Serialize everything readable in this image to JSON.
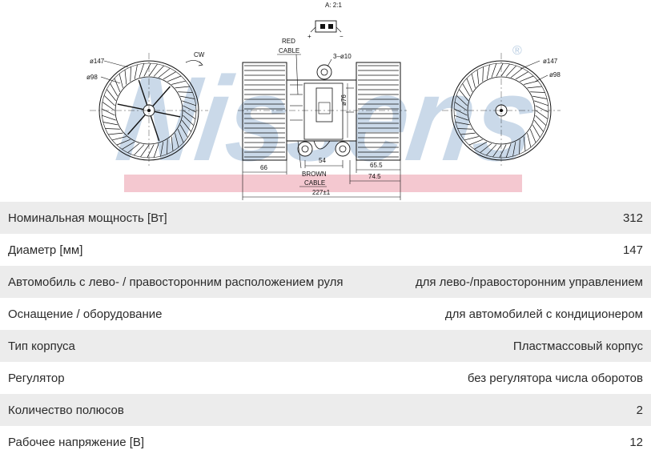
{
  "watermark": {
    "brand": "Nissens",
    "color": "#b9cde2"
  },
  "drawing": {
    "left_fan": {
      "diameter_outer": "ø147",
      "diameter_inner": "ø98",
      "rotation": "CW"
    },
    "right_fan": {
      "diameter_outer": "ø147",
      "diameter_inner": "ø98"
    },
    "connector": {
      "label": "A: 2:1",
      "plus": "+",
      "minus": "−"
    },
    "red_cable": [
      "RED",
      "CABLE"
    ],
    "brown_cable": [
      "BROWN",
      "CABLE"
    ],
    "mount_holes": "3–ø10",
    "dims": {
      "d76": "ø76",
      "d54": "54",
      "d66": "66",
      "d65_5": "65.5",
      "d74_5": "74.5",
      "total": "227±1"
    },
    "band_color": "#f4c8d0"
  },
  "specs": [
    {
      "label": "Номинальная мощность [Вт]",
      "value": "312"
    },
    {
      "label": "Диаметр [мм]",
      "value": "147"
    },
    {
      "label": "Автомобиль с лево- / правосторонним расположением руля",
      "value": "для лево-/правосторонним управлением"
    },
    {
      "label": "Оснащение / оборудование",
      "value": "для автомобилей с кондиционером"
    },
    {
      "label": "Тип корпуса",
      "value": "Пластмассовый корпус"
    },
    {
      "label": "Регулятор",
      "value": "без регулятора числа оборотов"
    },
    {
      "label": "Количество полюсов",
      "value": "2"
    },
    {
      "label": "Рабочее напряжение [В]",
      "value": "12"
    }
  ]
}
